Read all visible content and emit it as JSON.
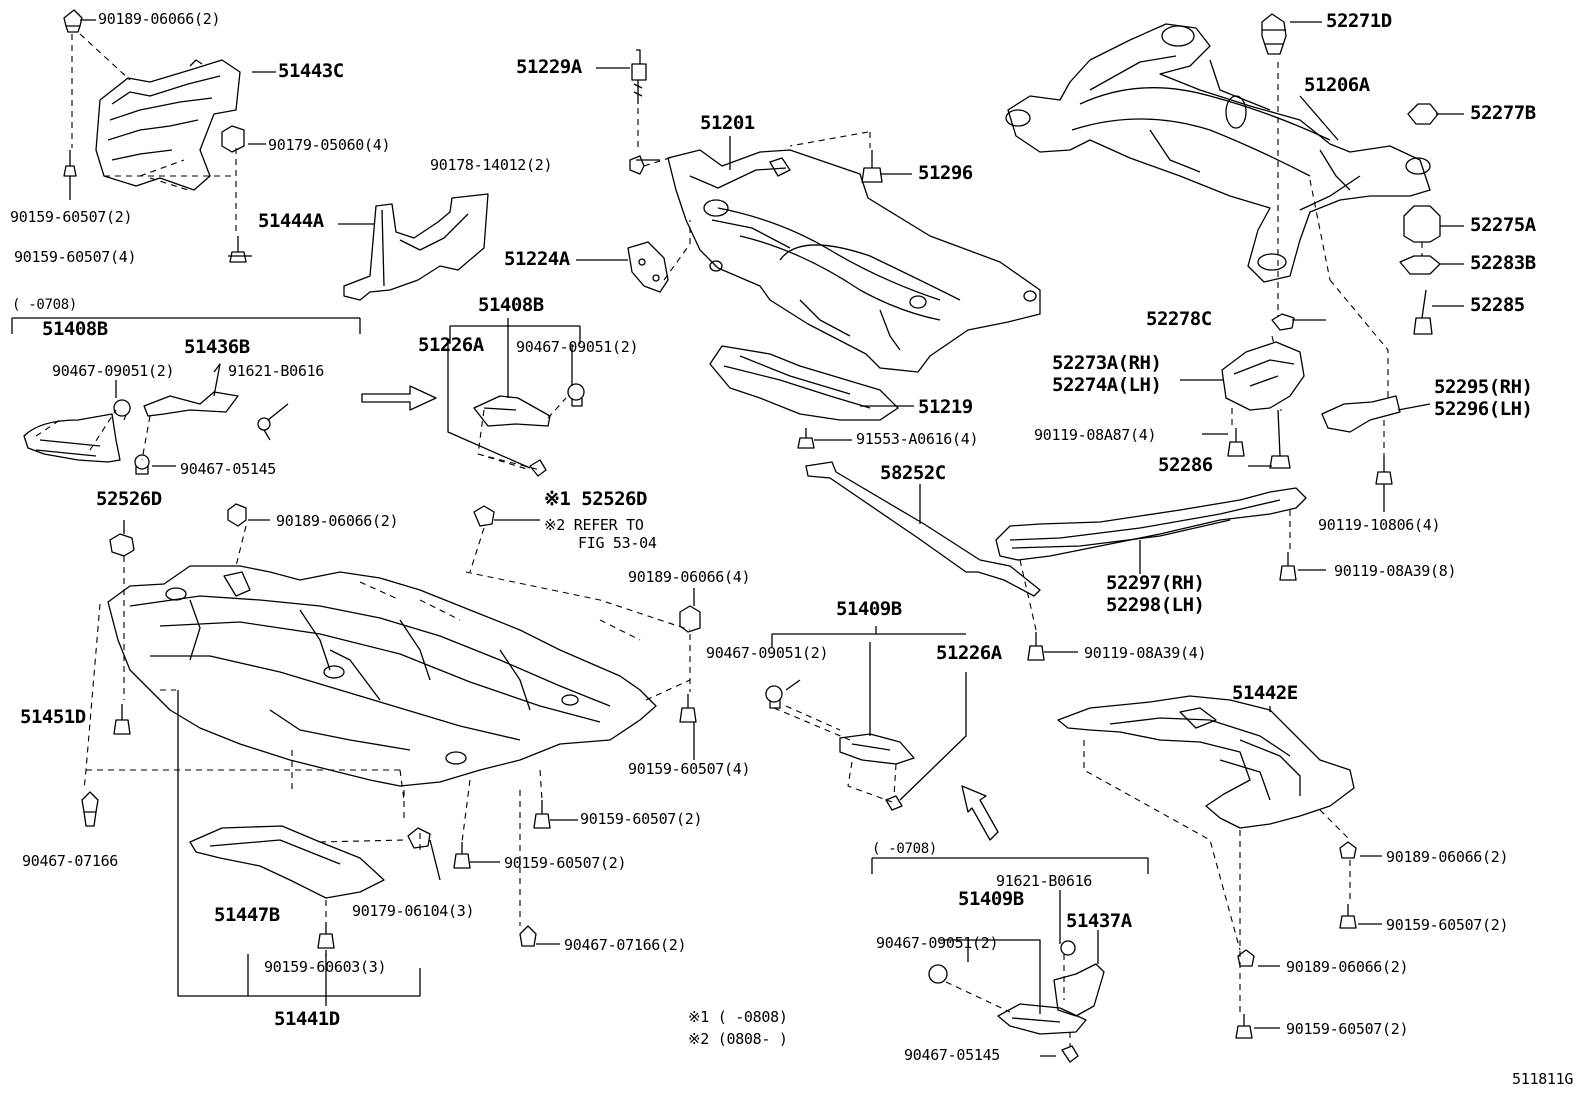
{
  "labels": [
    {
      "text": "90189-06066(2)",
      "style": "lbl"
    },
    {
      "text": "51443C",
      "style": "lbl big"
    },
    {
      "text": "90179-05060(4)",
      "style": "lbl"
    },
    {
      "text": "90159-60507(2)",
      "style": "lbl"
    },
    {
      "text": "51444A",
      "style": "lbl big"
    },
    {
      "text": "90159-60507(4)",
      "style": "lbl"
    },
    {
      "text": "(    -0708)",
      "style": "lbl sm"
    },
    {
      "text": "51408B",
      "style": "lbl big"
    },
    {
      "text": "51436B",
      "style": "lbl big"
    },
    {
      "text": "90467-09051(2)",
      "style": "lbl"
    },
    {
      "text": "91621-B0616",
      "style": "lbl"
    },
    {
      "text": "90467-05145",
      "style": "lbl"
    },
    {
      "text": "51229A",
      "style": "lbl big"
    },
    {
      "text": "51201",
      "style": "lbl big"
    },
    {
      "text": "90178-14012(2)",
      "style": "lbl"
    },
    {
      "text": "51296",
      "style": "lbl big"
    },
    {
      "text": "51224A",
      "style": "lbl big"
    },
    {
      "text": "51408B",
      "style": "lbl big"
    },
    {
      "text": "51226A",
      "style": "lbl big"
    },
    {
      "text": "90467-09051(2)",
      "style": "lbl"
    },
    {
      "text": "51219",
      "style": "lbl big"
    },
    {
      "text": "91553-A0616(4)",
      "style": "lbl"
    },
    {
      "text": "58252C",
      "style": "lbl big"
    },
    {
      "text": "52271D",
      "style": "lbl big"
    },
    {
      "text": "51206A",
      "style": "lbl big"
    },
    {
      "text": "52277B",
      "style": "lbl big"
    },
    {
      "text": "52275A",
      "style": "lbl big"
    },
    {
      "text": "52283B",
      "style": "lbl big"
    },
    {
      "text": "52285",
      "style": "lbl big"
    },
    {
      "text": "52278C",
      "style": "lbl big"
    },
    {
      "text": "52273A(RH)",
      "style": "lbl big"
    },
    {
      "text": "52274A(LH)",
      "style": "lbl big"
    },
    {
      "text": "52295(RH)",
      "style": "lbl big"
    },
    {
      "text": "52296(LH)",
      "style": "lbl big"
    },
    {
      "text": "90119-08A87(4)",
      "style": "lbl"
    },
    {
      "text": "52286",
      "style": "lbl big"
    },
    {
      "text": "90119-10806(4)",
      "style": "lbl"
    },
    {
      "text": "52297(RH)",
      "style": "lbl big"
    },
    {
      "text": "52298(LH)",
      "style": "lbl big"
    },
    {
      "text": "90119-08A39(8)",
      "style": "lbl"
    },
    {
      "text": "90119-08A39(4)",
      "style": "lbl"
    },
    {
      "text": "52526D",
      "style": "lbl big"
    },
    {
      "text": "90189-06066(2)",
      "style": "lbl"
    },
    {
      "text": "※1 52526D",
      "style": "lbl big"
    },
    {
      "text": "※2 REFER TO",
      "style": "lbl"
    },
    {
      "text": "FIG 53-04",
      "style": "lbl"
    },
    {
      "text": "90189-06066(4)",
      "style": "lbl"
    },
    {
      "text": "51409B",
      "style": "lbl big"
    },
    {
      "text": "90467-09051(2)",
      "style": "lbl"
    },
    {
      "text": "51226A",
      "style": "lbl big"
    },
    {
      "text": "51451D",
      "style": "lbl big"
    },
    {
      "text": "90159-60507(4)",
      "style": "lbl"
    },
    {
      "text": "51442E",
      "style": "lbl big"
    },
    {
      "text": "90159-60507(2)",
      "style": "lbl"
    },
    {
      "text": "90467-07166",
      "style": "lbl"
    },
    {
      "text": "90159-60507(2)",
      "style": "lbl"
    },
    {
      "text": "(    -0708)",
      "style": "lbl sm"
    },
    {
      "text": "90189-06066(2)",
      "style": "lbl"
    },
    {
      "text": "91621-B0616",
      "style": "lbl"
    },
    {
      "text": "51409B",
      "style": "lbl big"
    },
    {
      "text": "51437A",
      "style": "lbl big"
    },
    {
      "text": "51447B",
      "style": "lbl big"
    },
    {
      "text": "90179-06104(3)",
      "style": "lbl"
    },
    {
      "text": "90467-09051(2)",
      "style": "lbl"
    },
    {
      "text": "90159-60507(2)",
      "style": "lbl"
    },
    {
      "text": "90159-60603(3)",
      "style": "lbl"
    },
    {
      "text": "90467-07166(2)",
      "style": "lbl"
    },
    {
      "text": "90189-06066(2)",
      "style": "lbl"
    },
    {
      "text": "90159-60507(2)",
      "style": "lbl"
    },
    {
      "text": "51441D",
      "style": "lbl big"
    },
    {
      "text": "※1 (      -0808)",
      "style": "lbl"
    },
    {
      "text": "※2 (0808-      )",
      "style": "lbl"
    },
    {
      "text": "90467-05145",
      "style": "lbl"
    },
    {
      "text": "511811G",
      "style": "lbl fig"
    }
  ]
}
